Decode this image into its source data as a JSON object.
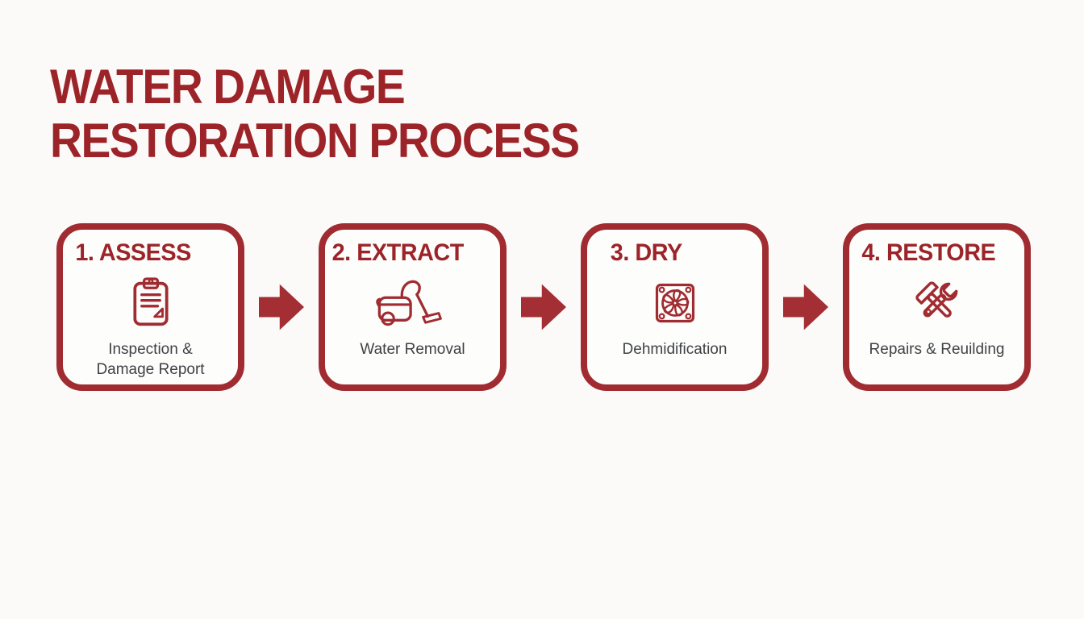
{
  "page": {
    "background": "#fbfaf9"
  },
  "colors": {
    "primary_red": "#a02c31",
    "title_red": "#9c2429",
    "label_gray": "#3f4245",
    "card_background": "#fdfdfc"
  },
  "title": {
    "line1": "WATER DAMAGE",
    "line2": "RESTORATION PROCESS"
  },
  "steps": [
    {
      "heading": "1. ASSESS",
      "icon": "clipboard-icon",
      "label": "Inspection & Damage Report"
    },
    {
      "heading": "2. EXTRACT",
      "icon": "vacuum-icon",
      "label": "Water Removal"
    },
    {
      "heading": "3. DRY",
      "icon": "fan-icon",
      "label": "Dehmidification"
    },
    {
      "heading": "4. RESTORE",
      "icon": "hammer-wrench-icon",
      "label": "Repairs & Reuilding"
    }
  ]
}
